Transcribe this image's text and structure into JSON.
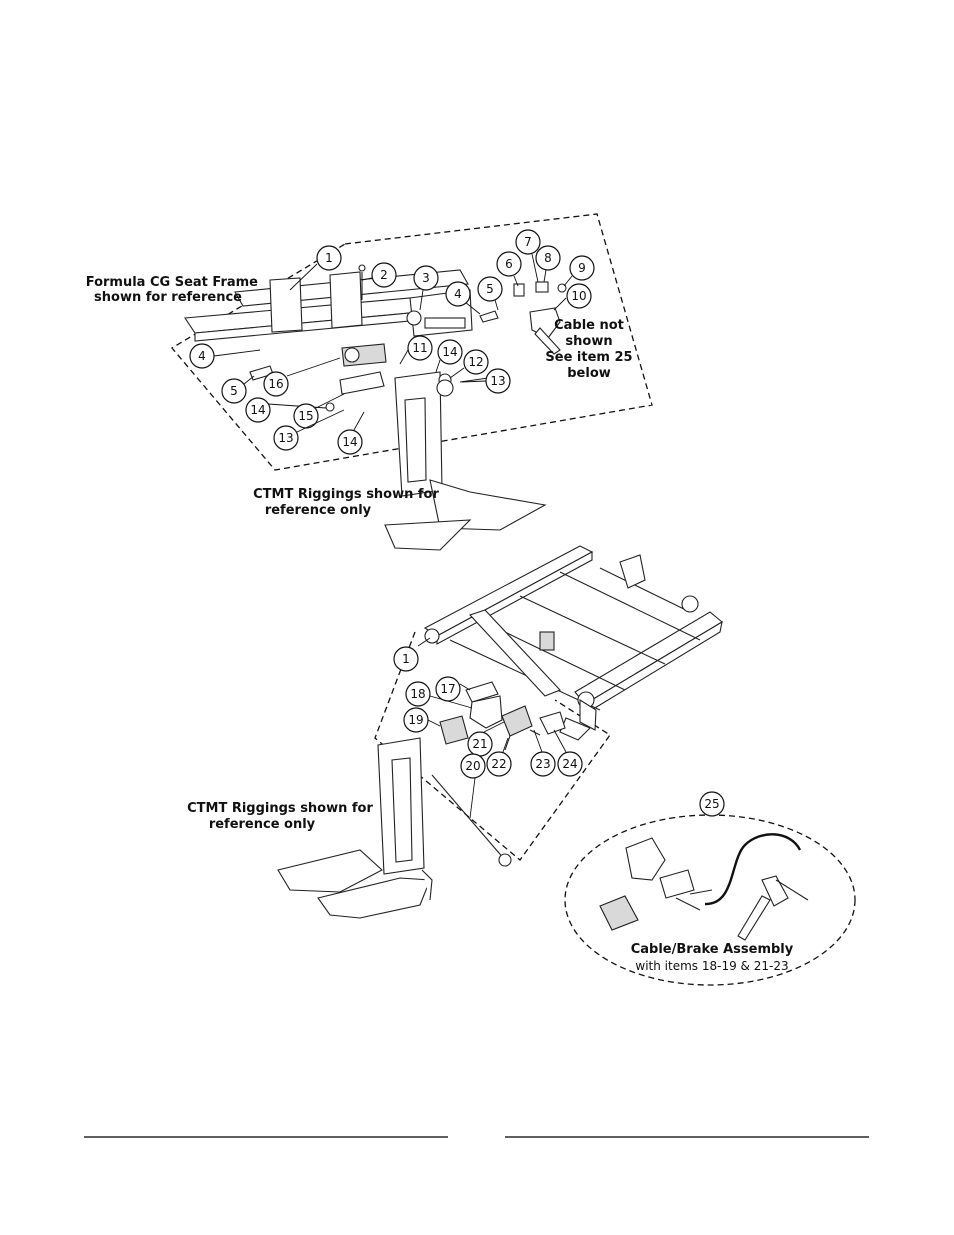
{
  "labels": {
    "seat_frame_line1": "Formula CG Seat Frame",
    "seat_frame_line2": "shown for reference",
    "cable_line1": "Cable not",
    "cable_line2": "shown",
    "cable_line3": "See item 25",
    "cable_line4": "below",
    "riggings_top_line1": "CTMT Riggings shown for",
    "riggings_top_line2": "reference only",
    "riggings_bottom_line1": "CTMT Riggings shown for",
    "riggings_bottom_line2": "reference only",
    "brake_line1": "Cable/Brake Assembly",
    "brake_line2": "with items 18-19 & 21-23"
  },
  "callouts_top": [
    "1",
    "2",
    "3",
    "4",
    "5",
    "6",
    "7",
    "8",
    "9",
    "10",
    "4",
    "5",
    "16",
    "11",
    "14",
    "12",
    "13",
    "14",
    "15",
    "13",
    "14"
  ],
  "callouts_bottom": [
    "1",
    "17",
    "18",
    "19",
    "21",
    "22",
    "23",
    "24",
    "20",
    "25"
  ]
}
